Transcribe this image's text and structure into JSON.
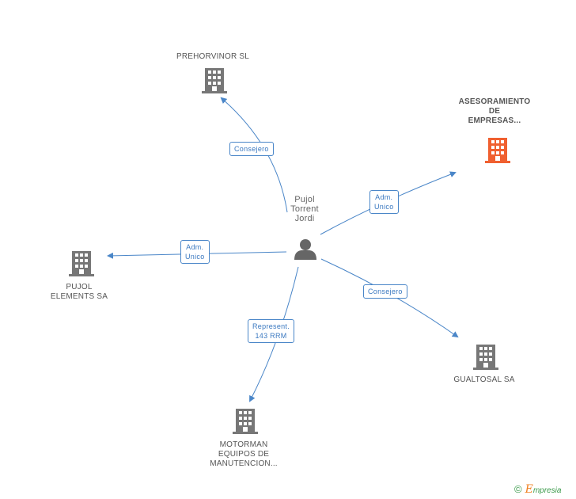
{
  "center": {
    "label": [
      "Pujol",
      "Torrent",
      "Jordi"
    ]
  },
  "nodes": [
    {
      "id": "prehorvinor",
      "label": [
        "PREHORVINOR SL"
      ],
      "highlight": false
    },
    {
      "id": "asesoramiento",
      "label": [
        "ASESORAMIENTO",
        "DE",
        "EMPRESAS..."
      ],
      "highlight": true
    },
    {
      "id": "pujol-elements",
      "label": [
        "PUJOL",
        "ELEMENTS SA"
      ],
      "highlight": false
    },
    {
      "id": "gualtosal",
      "label": [
        "GUALTOSAL SA"
      ],
      "highlight": false
    },
    {
      "id": "motorman",
      "label": [
        "MOTORMAN",
        "EQUIPOS DE",
        "MANUTENCION..."
      ],
      "highlight": false
    }
  ],
  "edges": [
    {
      "to": "prehorvinor",
      "label": [
        "Consejero"
      ]
    },
    {
      "to": "asesoramiento",
      "label": [
        "Adm.",
        "Unico"
      ]
    },
    {
      "to": "pujol-elements",
      "label": [
        "Adm.",
        "Unico"
      ]
    },
    {
      "to": "gualtosal",
      "label": [
        "Consejero"
      ]
    },
    {
      "to": "motorman",
      "label": [
        "Represent.",
        "143 RRM"
      ]
    }
  ],
  "colors": {
    "edge": "#4a86c8",
    "building": "#777777",
    "building_highlight": "#f06030",
    "person": "#666666"
  },
  "footer": {
    "copyright_symbol": "©",
    "brand_initial": "E",
    "brand_rest": "mpresia"
  }
}
